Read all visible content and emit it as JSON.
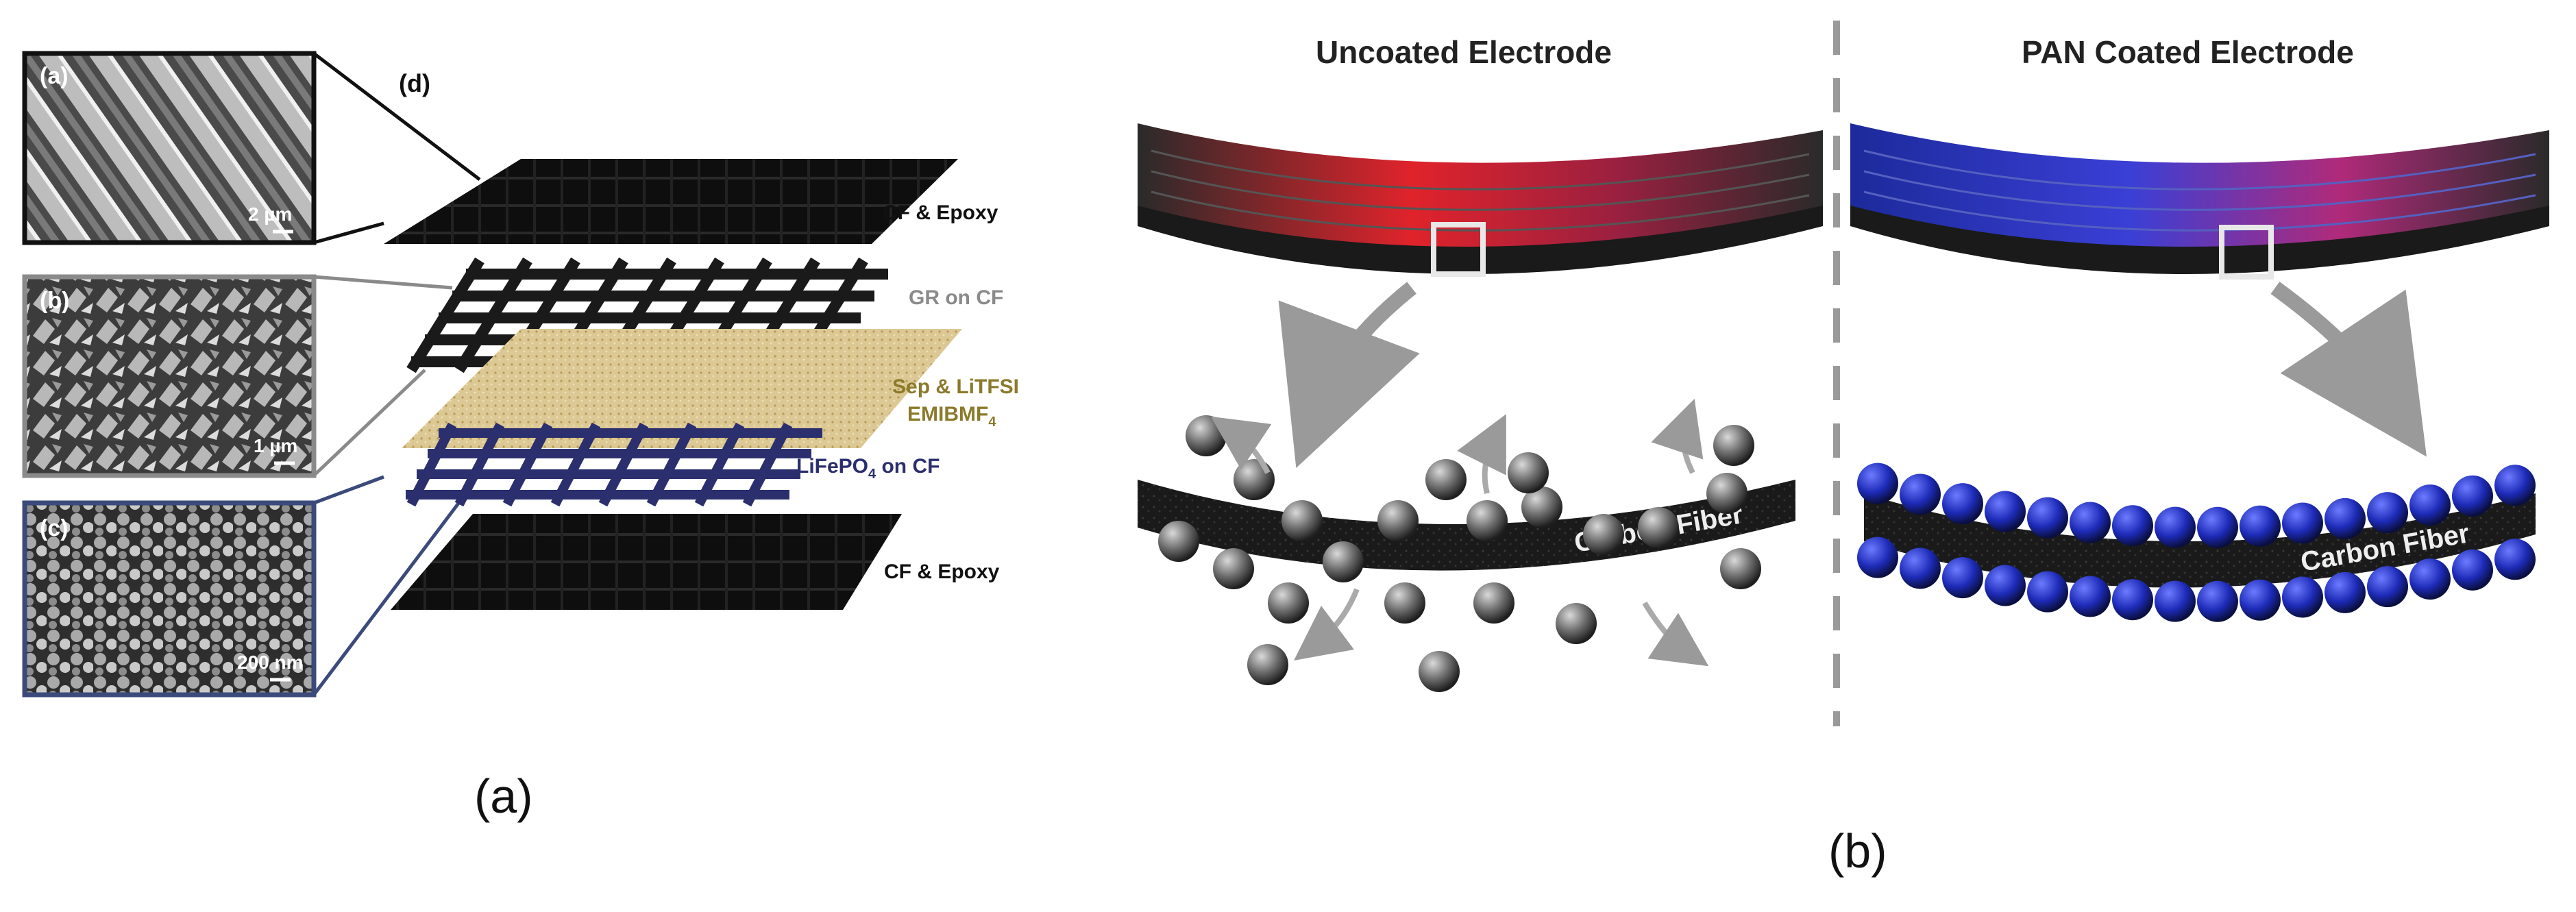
{
  "left_panel": {
    "inset_a": {
      "tag": "(a)",
      "scale": "2 µm"
    },
    "inset_b": {
      "tag": "(b)",
      "scale": "1 µm"
    },
    "inset_c": {
      "tag": "(c)",
      "scale": "200 nm"
    },
    "stack_tag": "(d)",
    "layers": {
      "cf_epoxy_top": "CF & Epoxy",
      "gr_on_cf": "GR on CF",
      "sep_line1": "Sep & LiTFSI",
      "sep_line2_main": "EMIBMF",
      "sep_line2_sub": "4",
      "lfp_main": "LiFePO",
      "lfp_sub": "4",
      "lfp_tail": " on CF",
      "cf_epoxy_bottom": "CF & Epoxy"
    },
    "caption": "(a)"
  },
  "right_panel": {
    "uncoated_title": "Uncoated Electrode",
    "coated_title": "PAN Coated Electrode",
    "fiber_label_left": "Carbon Fiber",
    "fiber_label_right": "Carbon Fiber",
    "caption": "(b)"
  },
  "colors": {
    "layer_black": "#111111",
    "gr_grey": "#8a8a8a",
    "separator_gold": "#d8c48a",
    "separator_text": "#8a7a2a",
    "lfp_navy": "#2b2f6e",
    "inset_a_border": "#111111",
    "inset_b_border": "#8a8a8a",
    "inset_c_border": "#3b4a7a",
    "uncoated_red": "#e0232b",
    "coated_blue": "#3a3fd6",
    "divider_grey": "#9a9a9a"
  }
}
